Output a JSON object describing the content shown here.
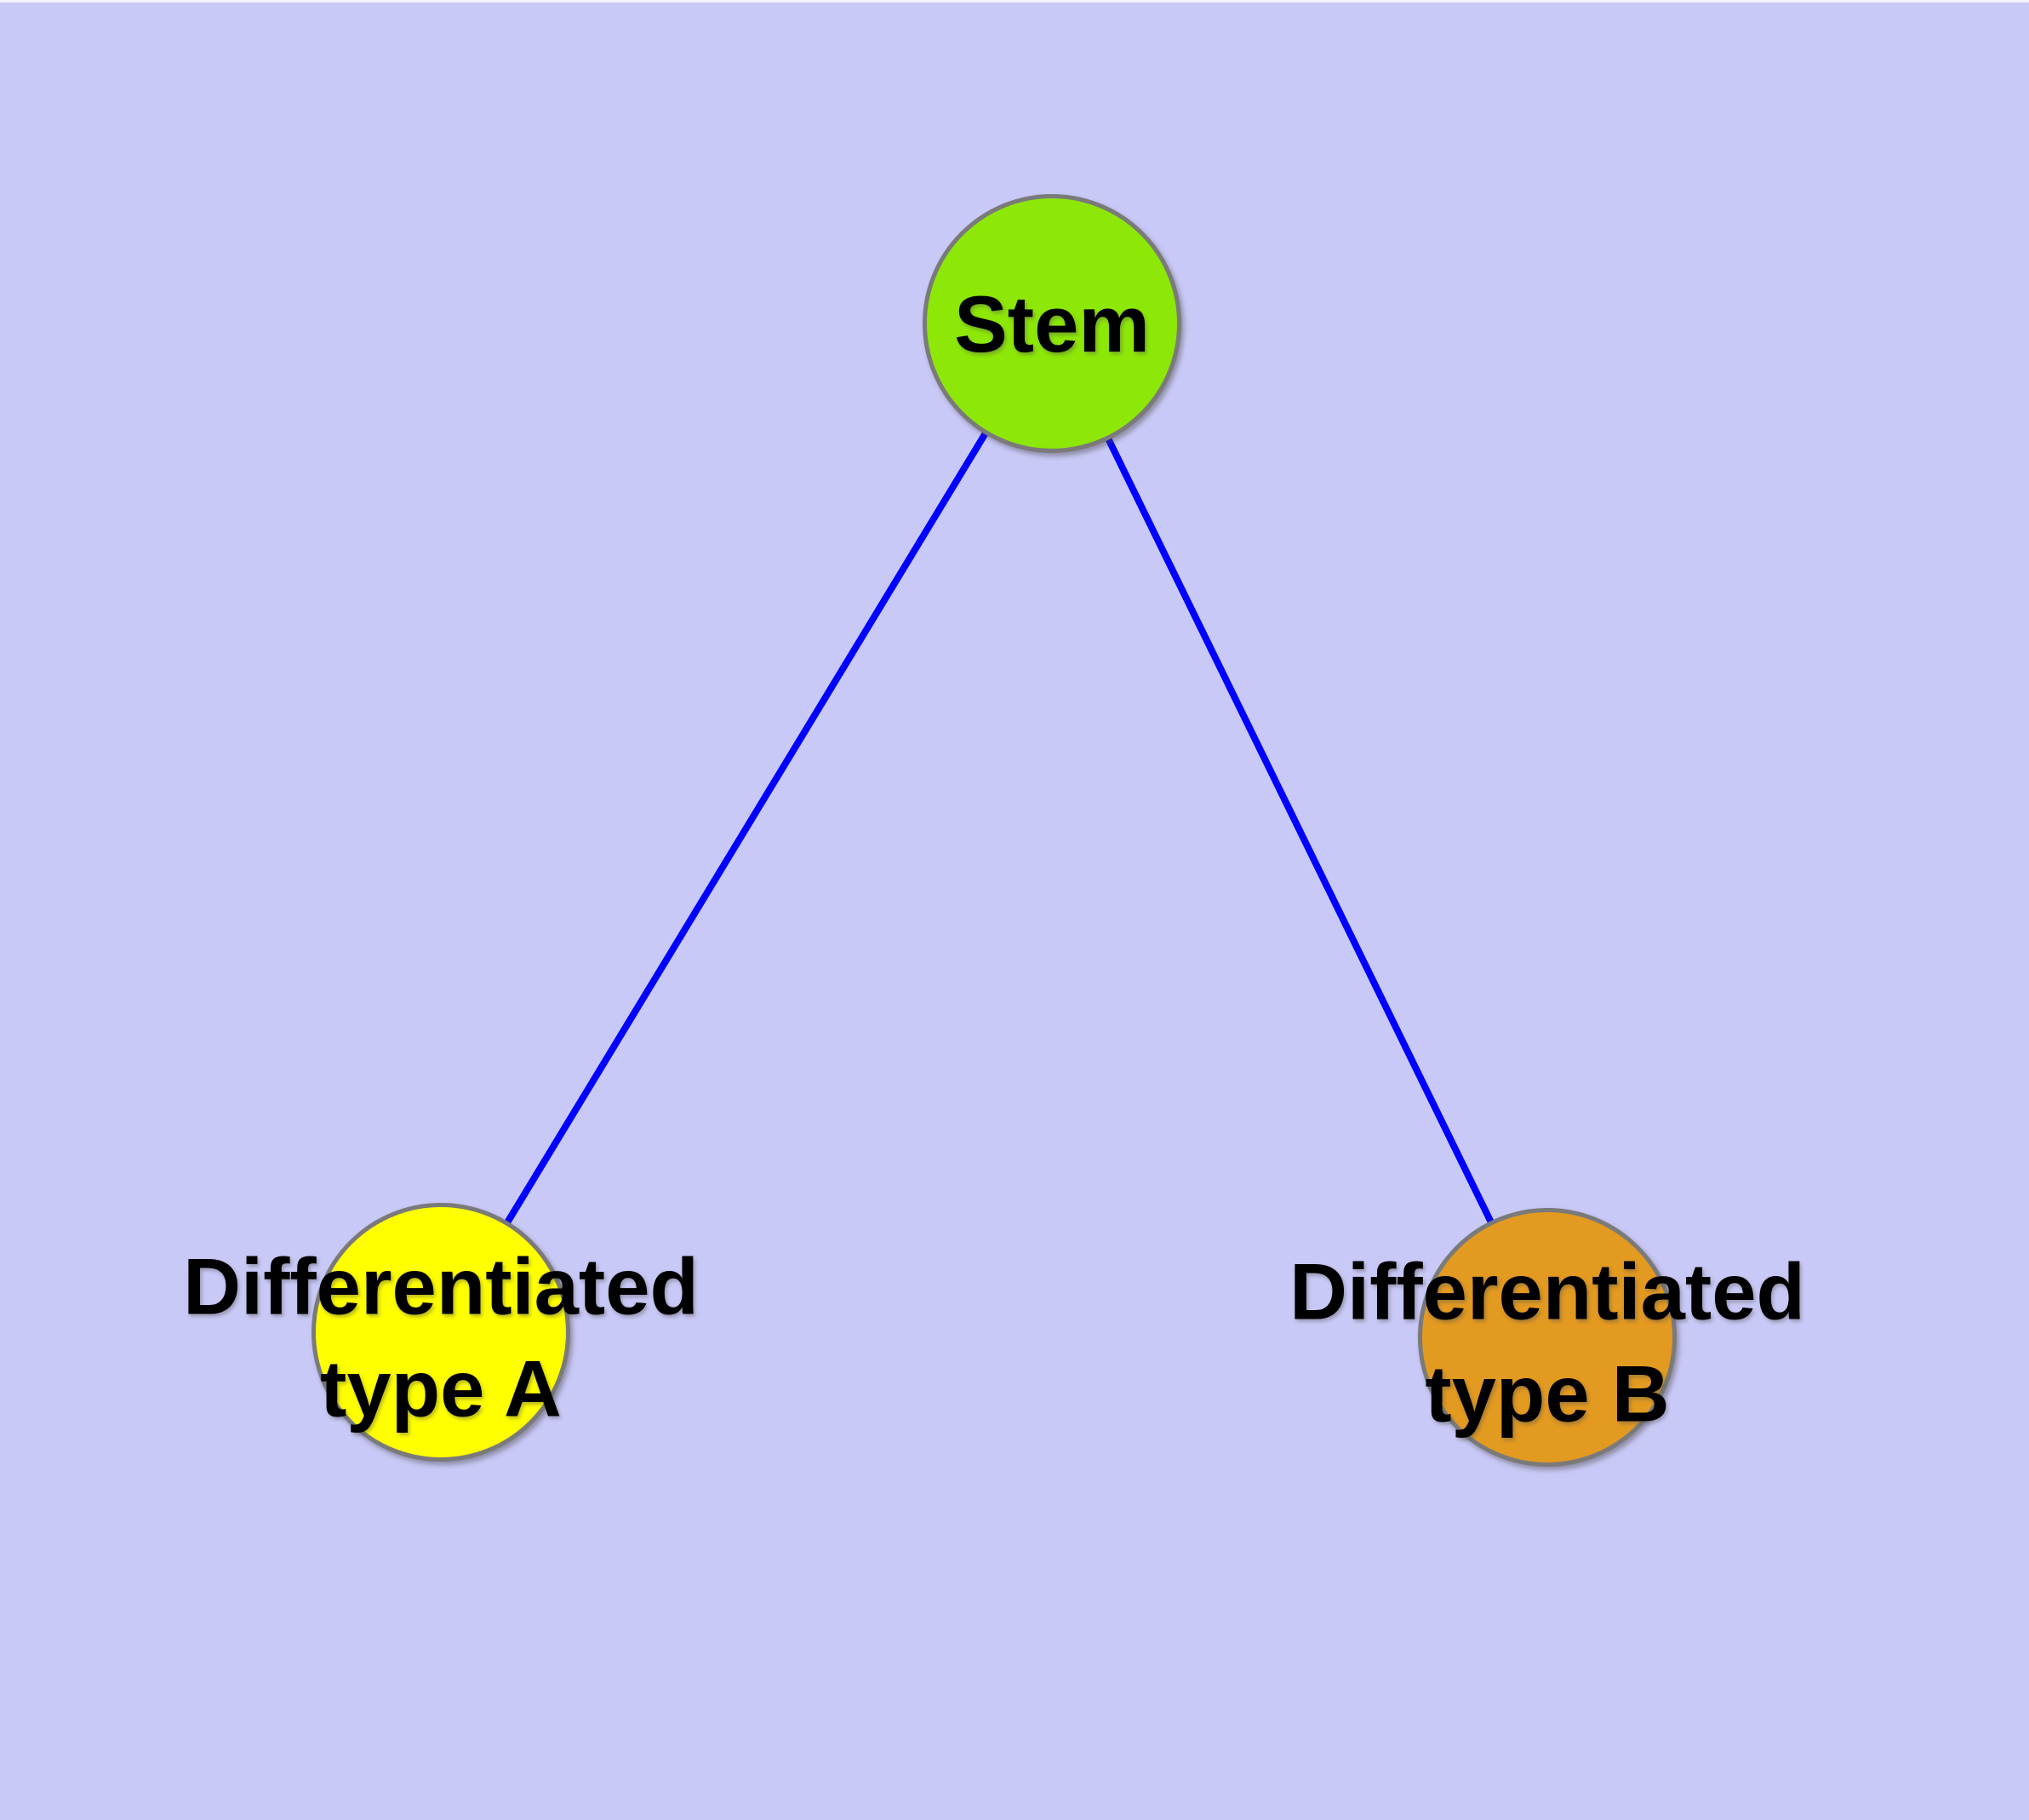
{
  "diagram": {
    "canvas_background": "#C9C9F7",
    "edge_stroke": "#0000FF",
    "node_border": "#7A7A7A",
    "text_color": "#000000",
    "nodes": [
      {
        "id": "stem",
        "lines": [
          "Stem"
        ],
        "fill": "#8DE807"
      },
      {
        "id": "typeA",
        "lines": [
          "Differentiated",
          "type A"
        ],
        "fill": "#FFFF00"
      },
      {
        "id": "typeB",
        "lines": [
          "Differentiated",
          "type B"
        ],
        "fill": "#E39A20"
      }
    ],
    "edges": [
      {
        "from": "stem",
        "to": "typeA"
      },
      {
        "from": "stem",
        "to": "typeB"
      }
    ]
  }
}
